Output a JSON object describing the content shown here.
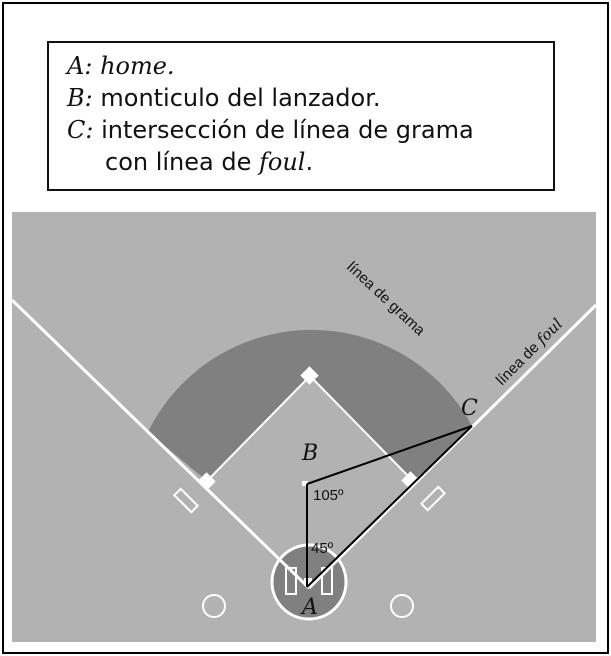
{
  "legend": {
    "a_key": "A:",
    "a_text": "home.",
    "b_key": "B:",
    "b_text": "monticulo del lanzador.",
    "c_key": "C:",
    "c_text": "intersección de línea de grama",
    "c_text2_prefix": "con línea de ",
    "c_text2_italic": "foul",
    "c_text2_suffix": "."
  },
  "diagram": {
    "label_grass_line": "línea de grama",
    "label_foul_prefix": "línea de ",
    "label_foul_italic": "foul",
    "point_a": "A",
    "point_b": "B",
    "point_c": "C",
    "angle_b": "105º",
    "angle_a": "45º"
  },
  "colors": {
    "field_gray": "#b2b2b2",
    "dirt_gray": "#808080",
    "lines": "#ffffff",
    "segments": "#000000"
  }
}
